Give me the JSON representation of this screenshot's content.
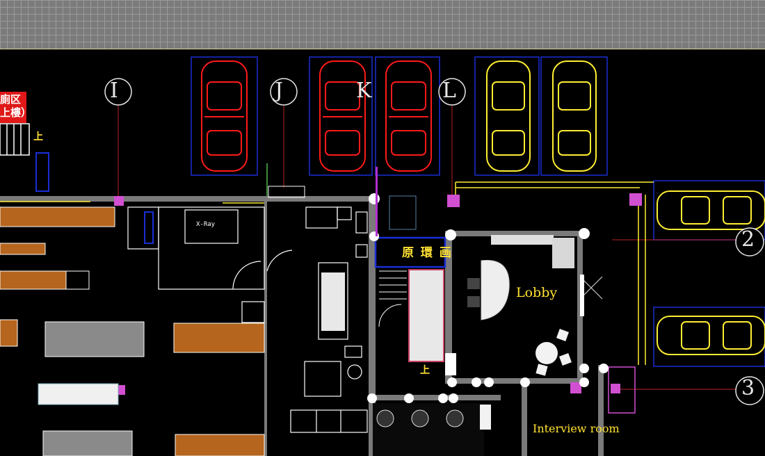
{
  "grid_labels": {
    "I": "I",
    "J": "J",
    "K": "K",
    "L": "L",
    "row2": "2",
    "row3": "3"
  },
  "rooms": {
    "lobby": "Lobby",
    "interview": "Interview room",
    "yellow_box": "原 環 画",
    "xray": "X-Ray"
  },
  "side_sign": {
    "line1": "廁区",
    "line2": "上樓）",
    "up": "上"
  },
  "stair_mark": "上",
  "colors": {
    "wall": "#7a7a7a",
    "car_red": "#ff1a1a",
    "car_yellow": "#ffee33",
    "parking_blue": "#1a2ed6",
    "furniture_wood": "#b5651d",
    "magenta": "#d14fd1",
    "room_text": "#ffe233"
  }
}
